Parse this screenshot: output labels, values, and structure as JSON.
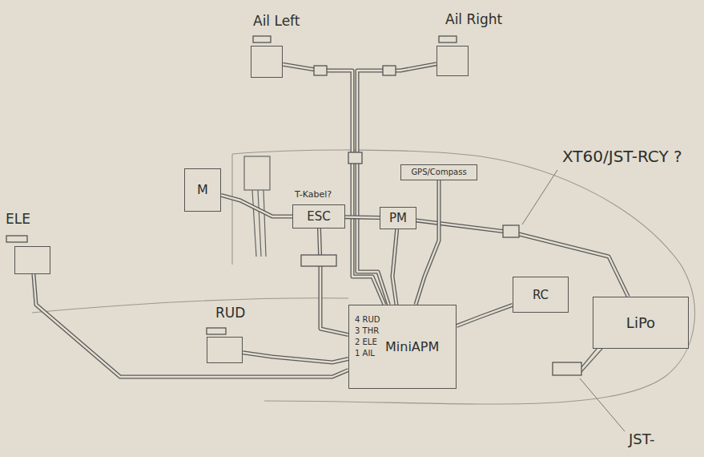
{
  "diagram": {
    "nodes": [
      {
        "text": [
          "Ail Left"
        ]
      },
      {
        "text": [
          "Ail Right"
        ]
      },
      {
        "text": [
          "M"
        ]
      },
      {
        "text": [
          "ESC"
        ]
      },
      {
        "text": [
          "PM"
        ]
      },
      {
        "text": [
          "GPS/Compass"
        ]
      },
      {
        "text": [
          "ELE"
        ]
      },
      {
        "text": [
          "RC"
        ]
      },
      {
        "text": [
          "RUD"
        ]
      },
      {
        "text": [
          "MiniAPM"
        ]
      },
      {
        "text": [
          "LiPo"
        ]
      }
    ],
    "edges": [
      {
        "from": 0,
        "to": 9,
        "arrow": "none"
      },
      {
        "from": 1,
        "to": 9,
        "arrow": "none"
      },
      {
        "from": 2,
        "to": 3,
        "arrow": "none"
      },
      {
        "from": 3,
        "to": 4,
        "arrow": "none"
      },
      {
        "from": 4,
        "to": 10,
        "arrow": "none"
      },
      {
        "from": 4,
        "to": 9,
        "arrow": "none"
      },
      {
        "from": 3,
        "to": 9,
        "arrow": "none"
      },
      {
        "from": 5,
        "to": 9,
        "arrow": "none"
      },
      {
        "from": 7,
        "to": 9,
        "arrow": "none"
      },
      {
        "from": 6,
        "to": 9,
        "arrow": "none"
      },
      {
        "from": 8,
        "to": 9,
        "arrow": "none"
      }
    ],
    "labels": [
      "XT60/JST-RCY ?",
      "T-Kabel?",
      "4 RUD",
      "3 THR",
      "2 ELE",
      "1 AIL",
      "JST-"
    ]
  }
}
